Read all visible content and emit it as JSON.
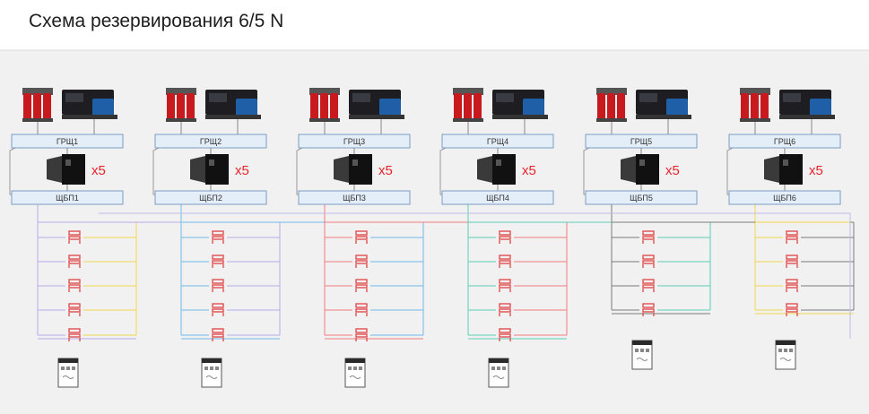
{
  "title": "Схема резервирования 6/5 N",
  "multiplier": "x5",
  "colors": {
    "line_grey": "#999999",
    "box_fill": "#e4eef8",
    "box_stroke": "#7e9cc3",
    "transformer_red": "#c8191e",
    "genset_dark": "#1e1e22",
    "genset_blue": "#1f5fa8",
    "rack_icon_red": "#e25151",
    "bus_colors": [
      "#b9a9e6",
      "#6fb9e8",
      "#f07a80",
      "#5ccfb4",
      "#7a7a7a",
      "#f0d84a"
    ]
  },
  "groups": [
    {
      "grsh": "ГРЩ1",
      "shbp": "ЩБП1",
      "racks": 5
    },
    {
      "grsh": "ГРЩ2",
      "shbp": "ЩБП2",
      "racks": 5
    },
    {
      "grsh": "ГРЩ3",
      "shbp": "ЩБП3",
      "racks": 5
    },
    {
      "grsh": "ГРЩ4",
      "shbp": "ЩБП4",
      "racks": 5
    },
    {
      "grsh": "ГРЩ5",
      "shbp": "ЩБП5",
      "racks": 4
    },
    {
      "grsh": "ГРЩ6",
      "shbp": "ЩБП6",
      "racks": 4
    }
  ]
}
